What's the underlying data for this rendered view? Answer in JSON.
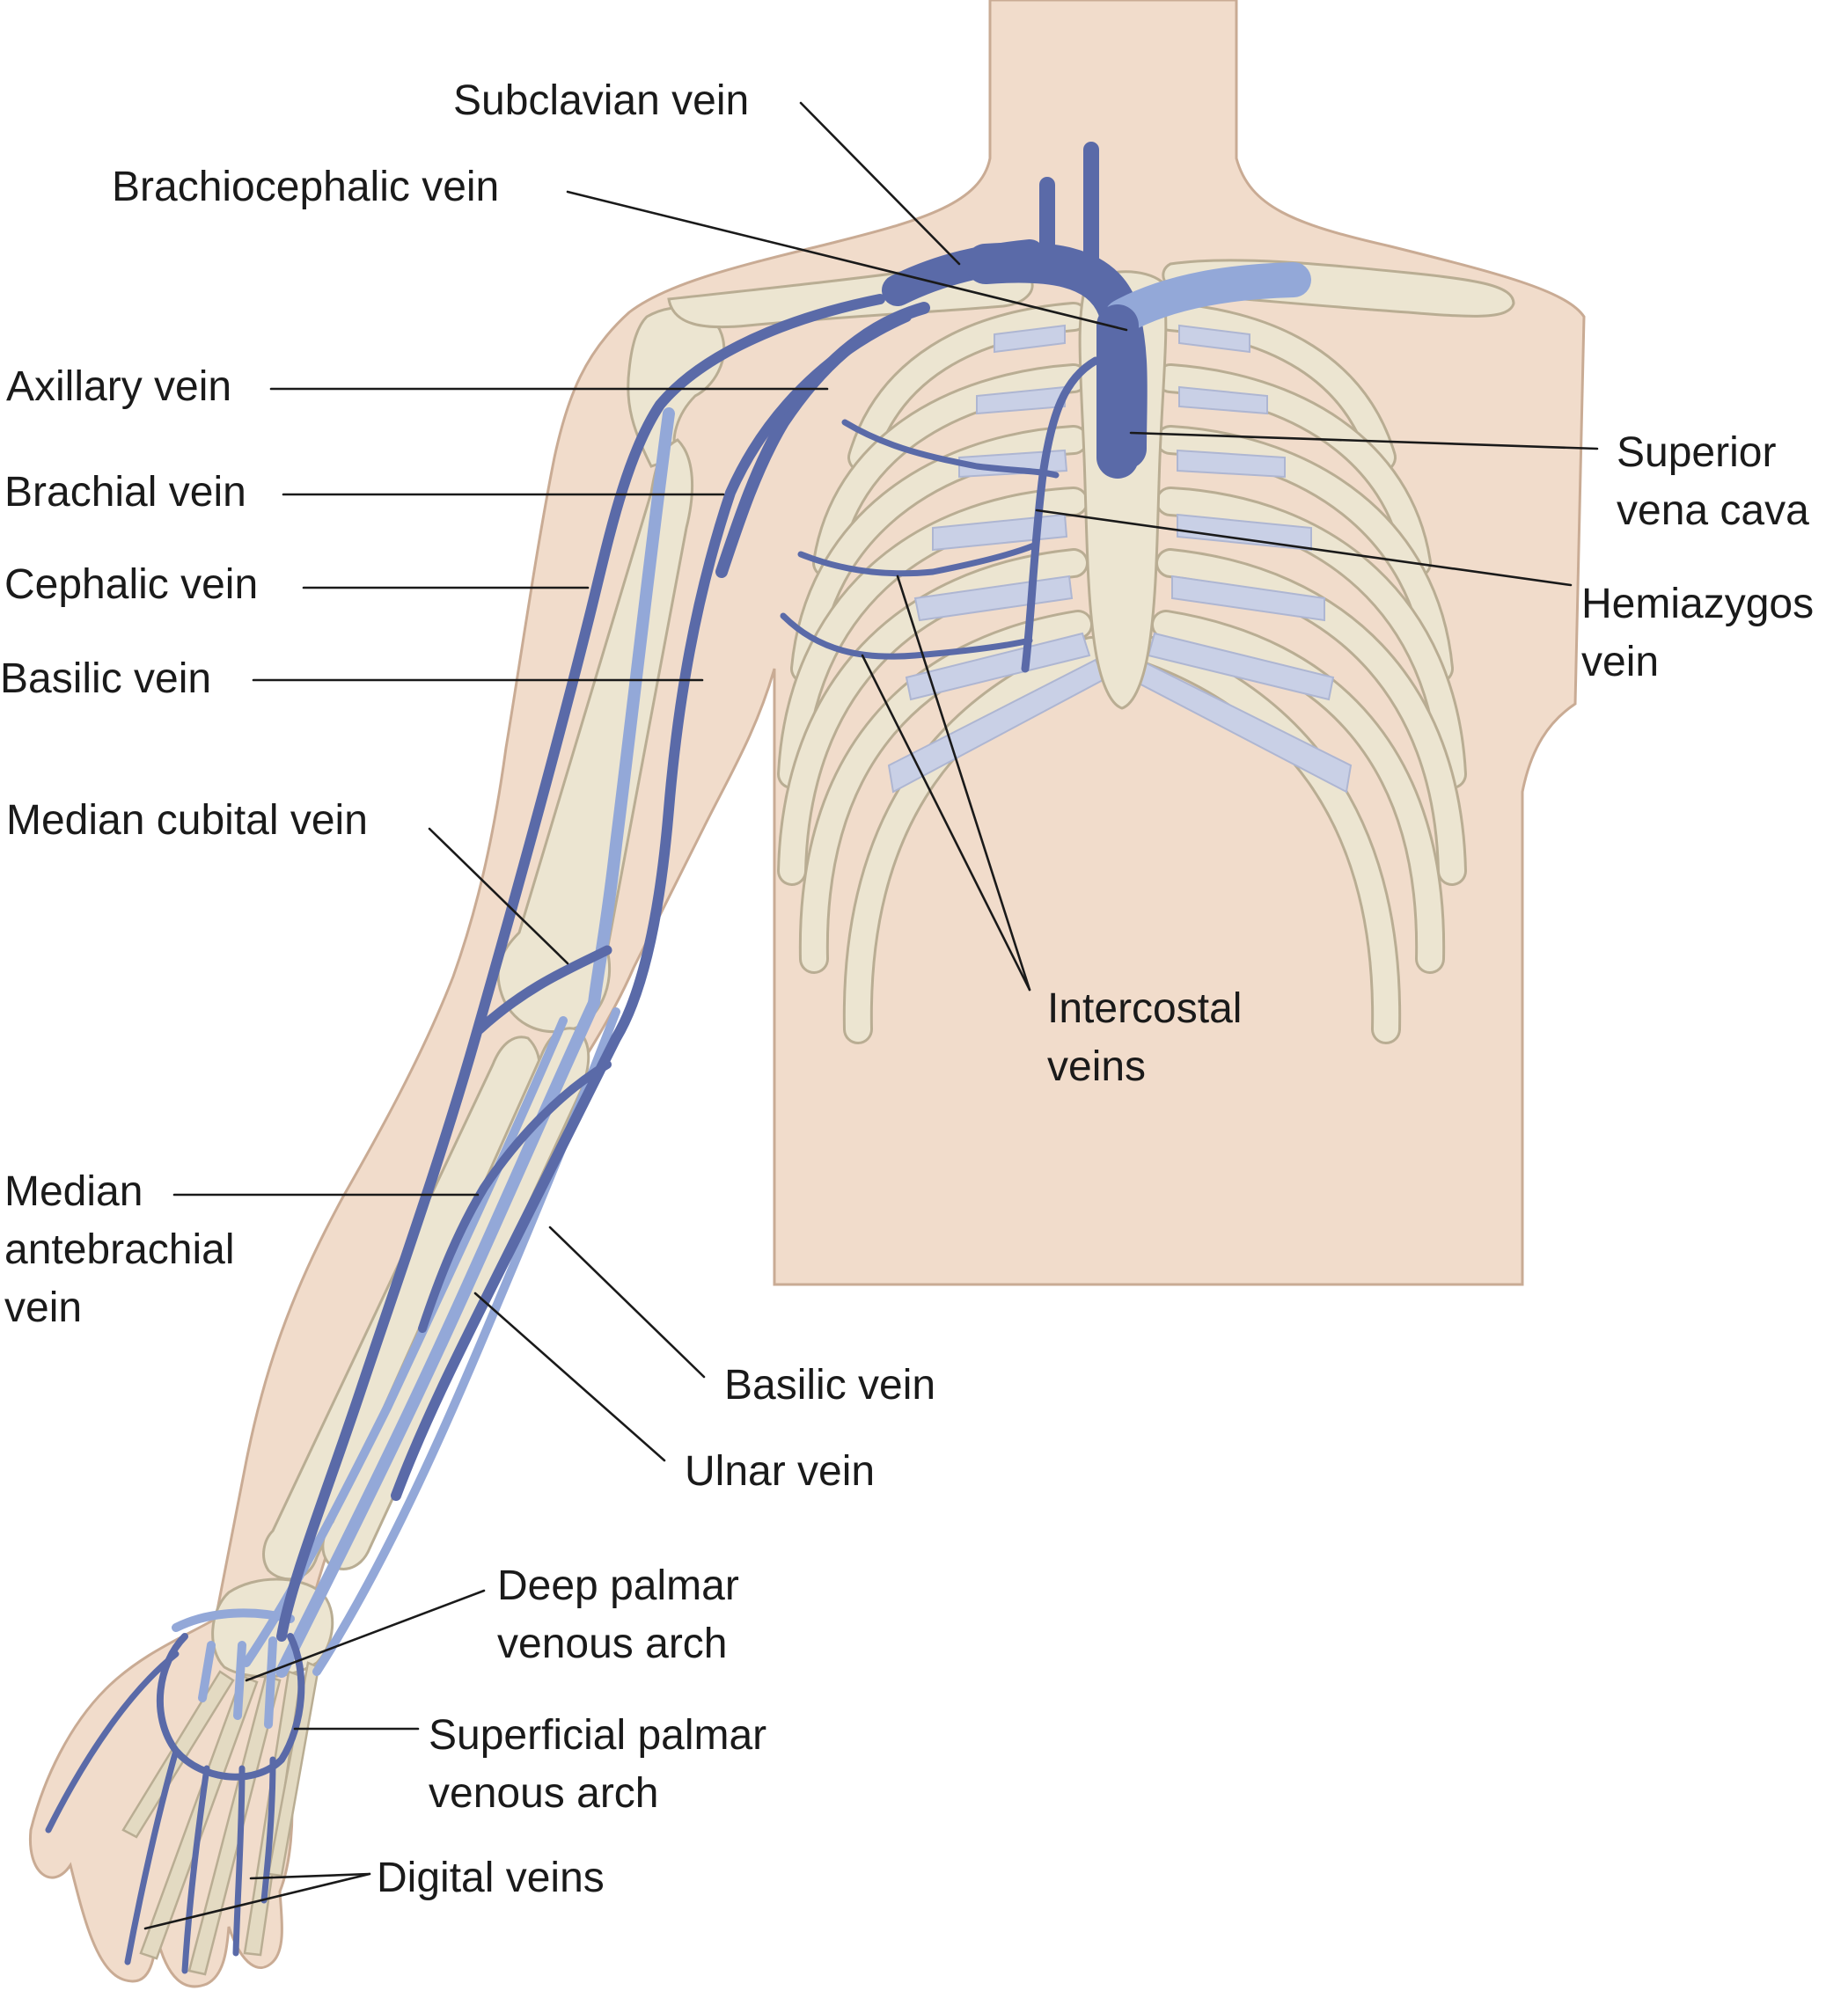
{
  "labels": {
    "subclavian": [
      "Subclavian vein"
    ],
    "brachiocephalic": [
      "Brachiocephalic vein"
    ],
    "axillary": [
      "Axillary vein"
    ],
    "brachial": [
      "Brachial vein"
    ],
    "cephalic": [
      "Cephalic vein"
    ],
    "basilic_upper": [
      "Basilic vein"
    ],
    "median_cubital": [
      "Median cubital vein"
    ],
    "median_antebrachial": [
      "Median",
      "antebrachial",
      "vein"
    ],
    "basilic_lower": [
      "Basilic vein"
    ],
    "ulnar": [
      "Ulnar vein"
    ],
    "deep_palmar": [
      "Deep palmar",
      "venous arch"
    ],
    "superficial_palmar": [
      "Superficial palmar",
      "venous arch"
    ],
    "digital": [
      "Digital veins"
    ],
    "svc": [
      "Superior",
      "vena cava"
    ],
    "hemiazygos": [
      "Hemiazygos",
      "vein"
    ],
    "intercostal": [
      "Intercostal",
      "veins"
    ]
  },
  "colors": {
    "skin": "#f1dccb",
    "bone": "#ece5d1",
    "deep_vein": "#5a6aa8",
    "superficial_vein": "#93a8d8",
    "cartilage": "#c9d0e6"
  }
}
